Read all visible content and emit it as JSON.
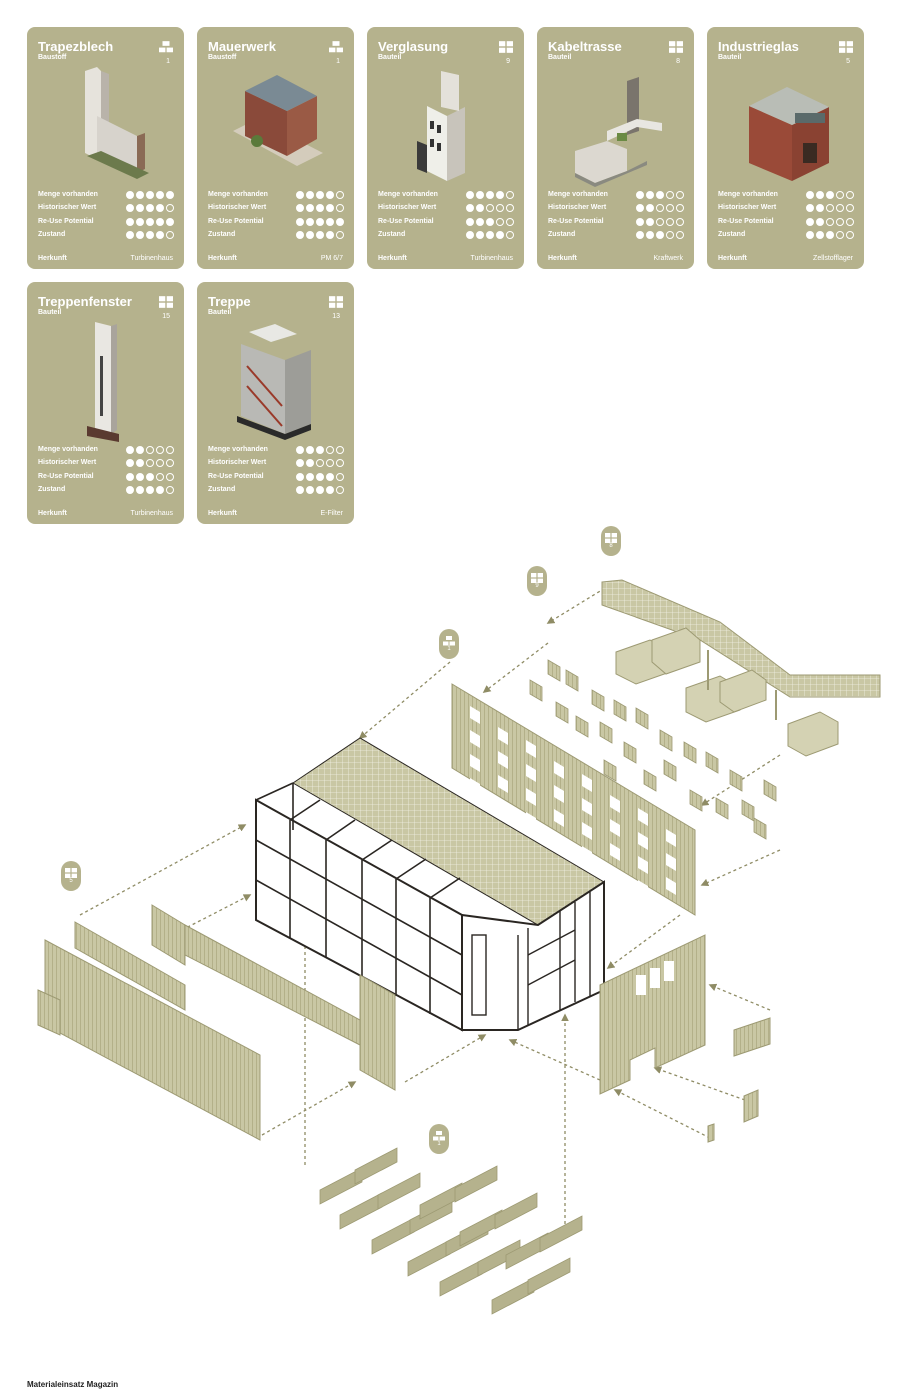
{
  "stat_labels": [
    "Menge vorhanden",
    "Historischer Wert",
    "Re-Use Potential",
    "Zustand"
  ],
  "origin_label": "Herkunft",
  "cards": [
    {
      "title": "Trapezblech",
      "type": "Baustoff",
      "icon": "bricks-icon",
      "number": "1",
      "ratings": [
        5,
        4,
        5,
        4
      ],
      "origin": "Turbinenhaus",
      "img": "tower"
    },
    {
      "title": "Mauerwerk",
      "type": "Baustoff",
      "icon": "bricks-icon",
      "number": "1",
      "ratings": [
        4,
        4,
        5,
        4
      ],
      "origin": "PM 6/7",
      "img": "brick"
    },
    {
      "title": "Verglasung",
      "type": "Bauteil",
      "icon": "window-icon",
      "number": "9",
      "ratings": [
        4,
        2,
        3,
        4
      ],
      "origin": "Turbinenhaus",
      "img": "glass"
    },
    {
      "title": "Kabeltrasse",
      "type": "Bauteil",
      "icon": "window-icon",
      "number": "8",
      "ratings": [
        3,
        2,
        2,
        3
      ],
      "origin": "Kraftwerk",
      "img": "cable"
    },
    {
      "title": "Industrieglas",
      "type": "Bauteil",
      "icon": "window-icon",
      "number": "5",
      "ratings": [
        3,
        2,
        2,
        3
      ],
      "origin": "Zellstofflager",
      "img": "indu"
    },
    {
      "title": "Treppenfenster",
      "type": "Bauteil",
      "icon": "window-icon",
      "number": "15",
      "ratings": [
        2,
        2,
        3,
        4
      ],
      "origin": "Turbinenhaus",
      "img": "stairwin"
    },
    {
      "title": "Treppe",
      "type": "Bauteil",
      "icon": "window-icon",
      "number": "13",
      "ratings": [
        3,
        2,
        4,
        4
      ],
      "origin": "E-Filter",
      "img": "stair"
    }
  ],
  "markers": [
    {
      "number": "8",
      "icon": "window-icon"
    },
    {
      "number": "9",
      "icon": "window-icon"
    },
    {
      "number": "1",
      "icon": "bricks-icon"
    },
    {
      "number": "5",
      "icon": "window-icon"
    },
    {
      "number": "1",
      "icon": "bricks-icon"
    }
  ],
  "footer": "Materialeinsatz Magazin",
  "colors": {
    "card": "#b5b28d",
    "panel": "#c9c7a4",
    "panel_dark": "#9d9a73",
    "line": "#2a2622",
    "arrow": "#8f8c65"
  }
}
